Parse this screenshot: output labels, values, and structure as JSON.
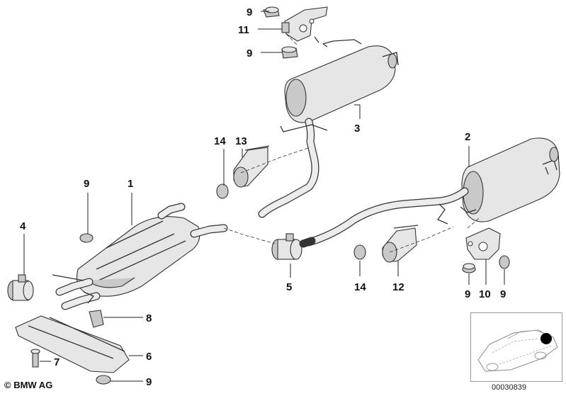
{
  "callouts": {
    "c1": "1",
    "c2": "2",
    "c3": "3",
    "c4": "4",
    "c5": "5",
    "c6": "6",
    "c7": "7",
    "c8": "8",
    "c9a": "9",
    "c9b": "9",
    "c9c": "9",
    "c9d": "9",
    "c9e": "9",
    "c9f": "9",
    "c10": "10",
    "c11": "11",
    "c12": "12",
    "c13": "13",
    "c14a": "14",
    "c14b": "14"
  },
  "footer": {
    "copyright": "© BMW AG",
    "diagram_number": "00030839"
  }
}
